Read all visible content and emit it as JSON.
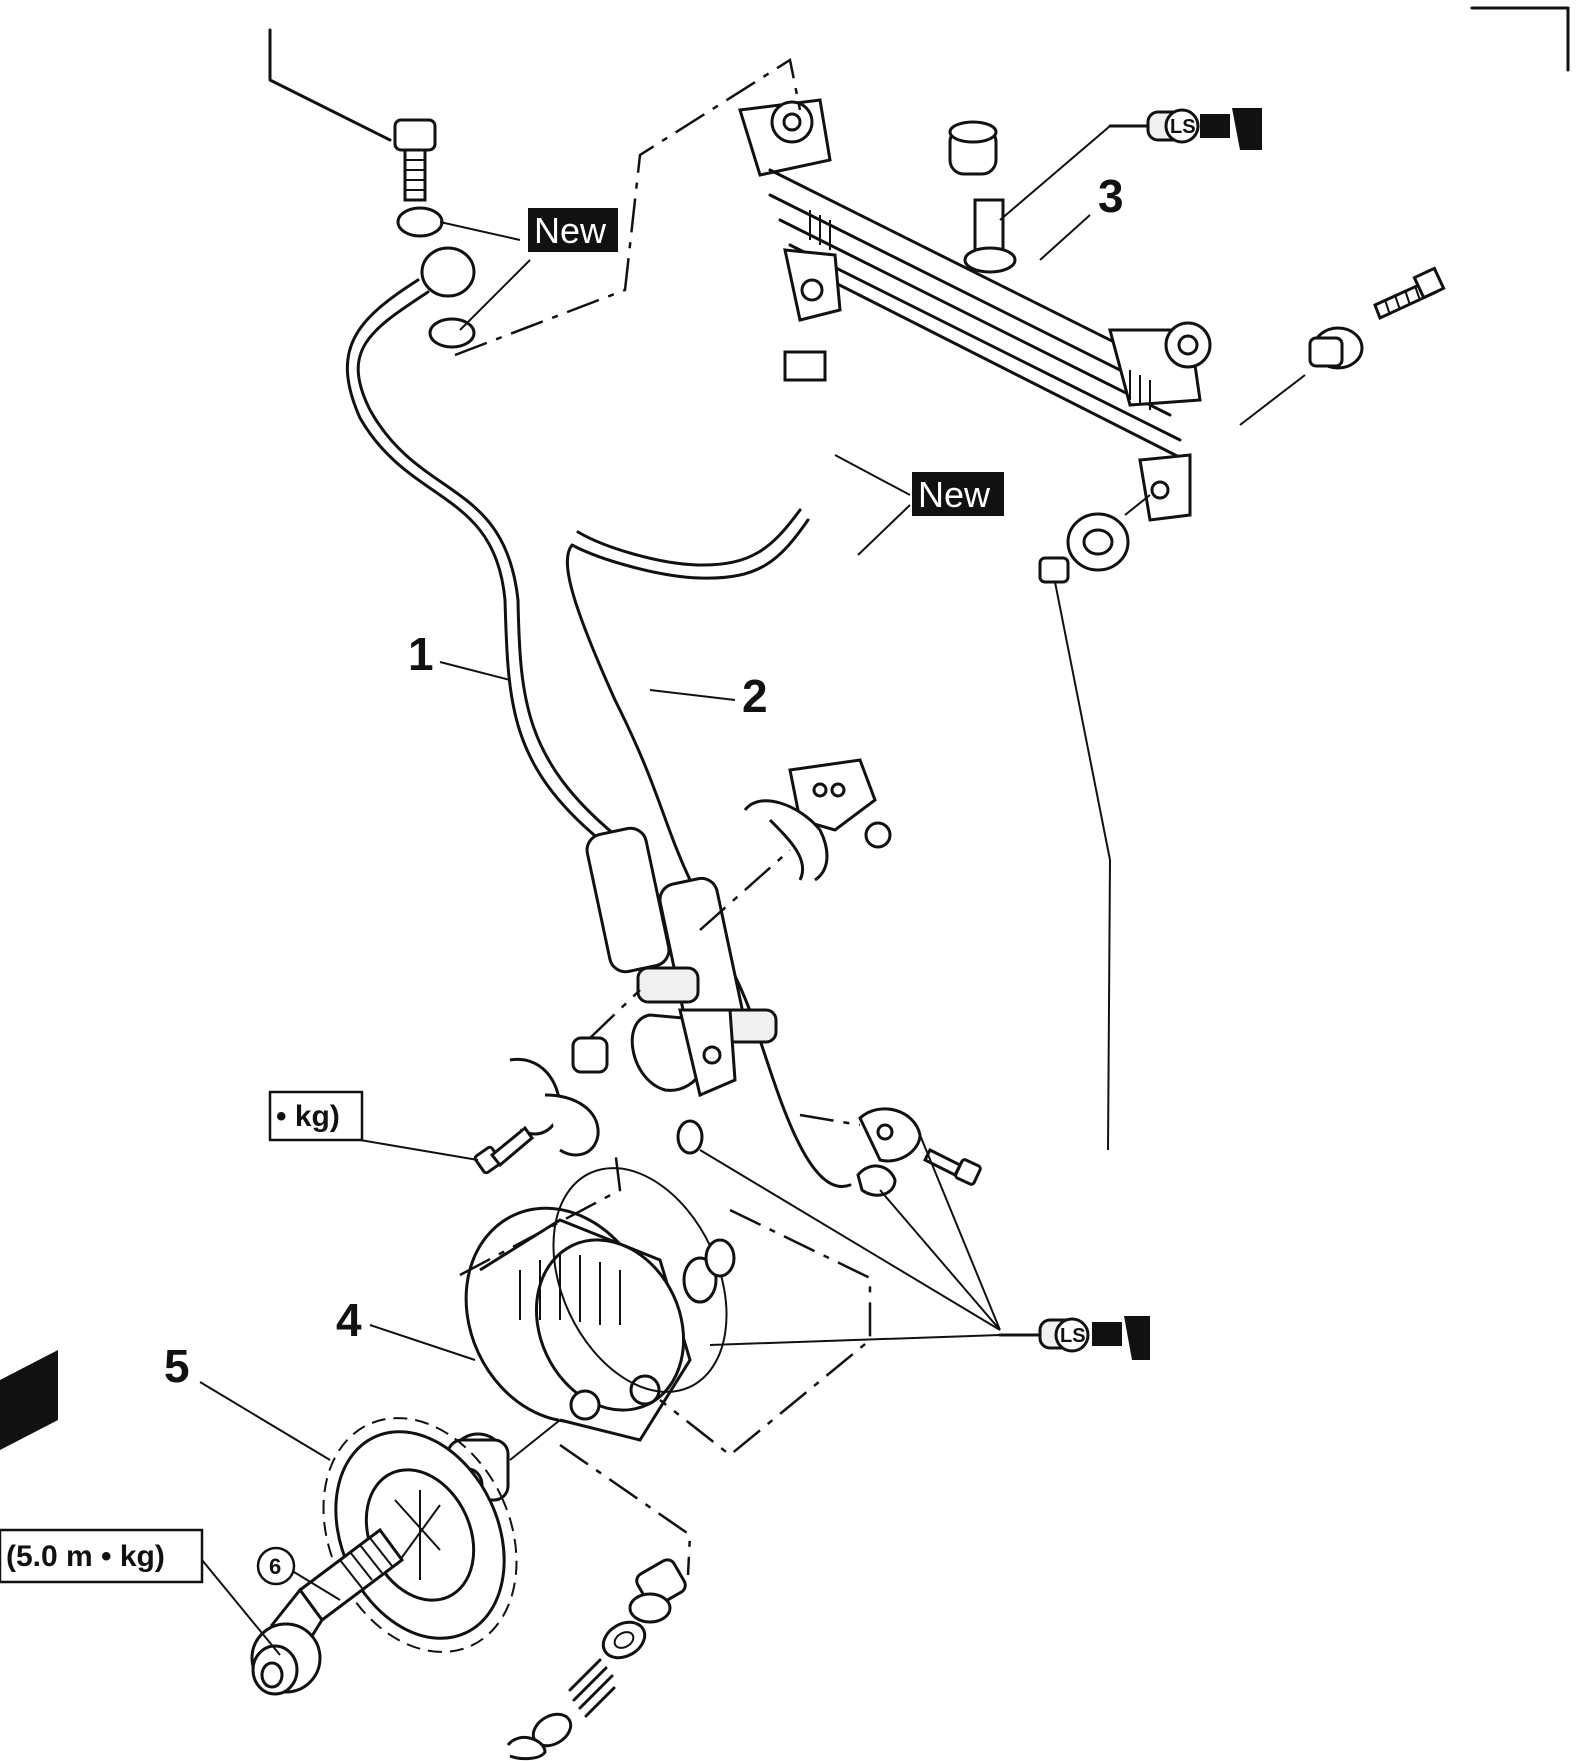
{
  "labels": {
    "part1": "1",
    "part2": "2",
    "part3": "3",
    "part4": "4",
    "part5": "5",
    "part6": "6"
  },
  "tags": {
    "new_top": "New",
    "new_middle": "New"
  },
  "specs": {
    "torque_left": "• kg)",
    "torque_bottom": "(5.0 m • kg)"
  },
  "lubricant": {
    "symbol_top": "LS",
    "symbol_bottom": "LS"
  }
}
